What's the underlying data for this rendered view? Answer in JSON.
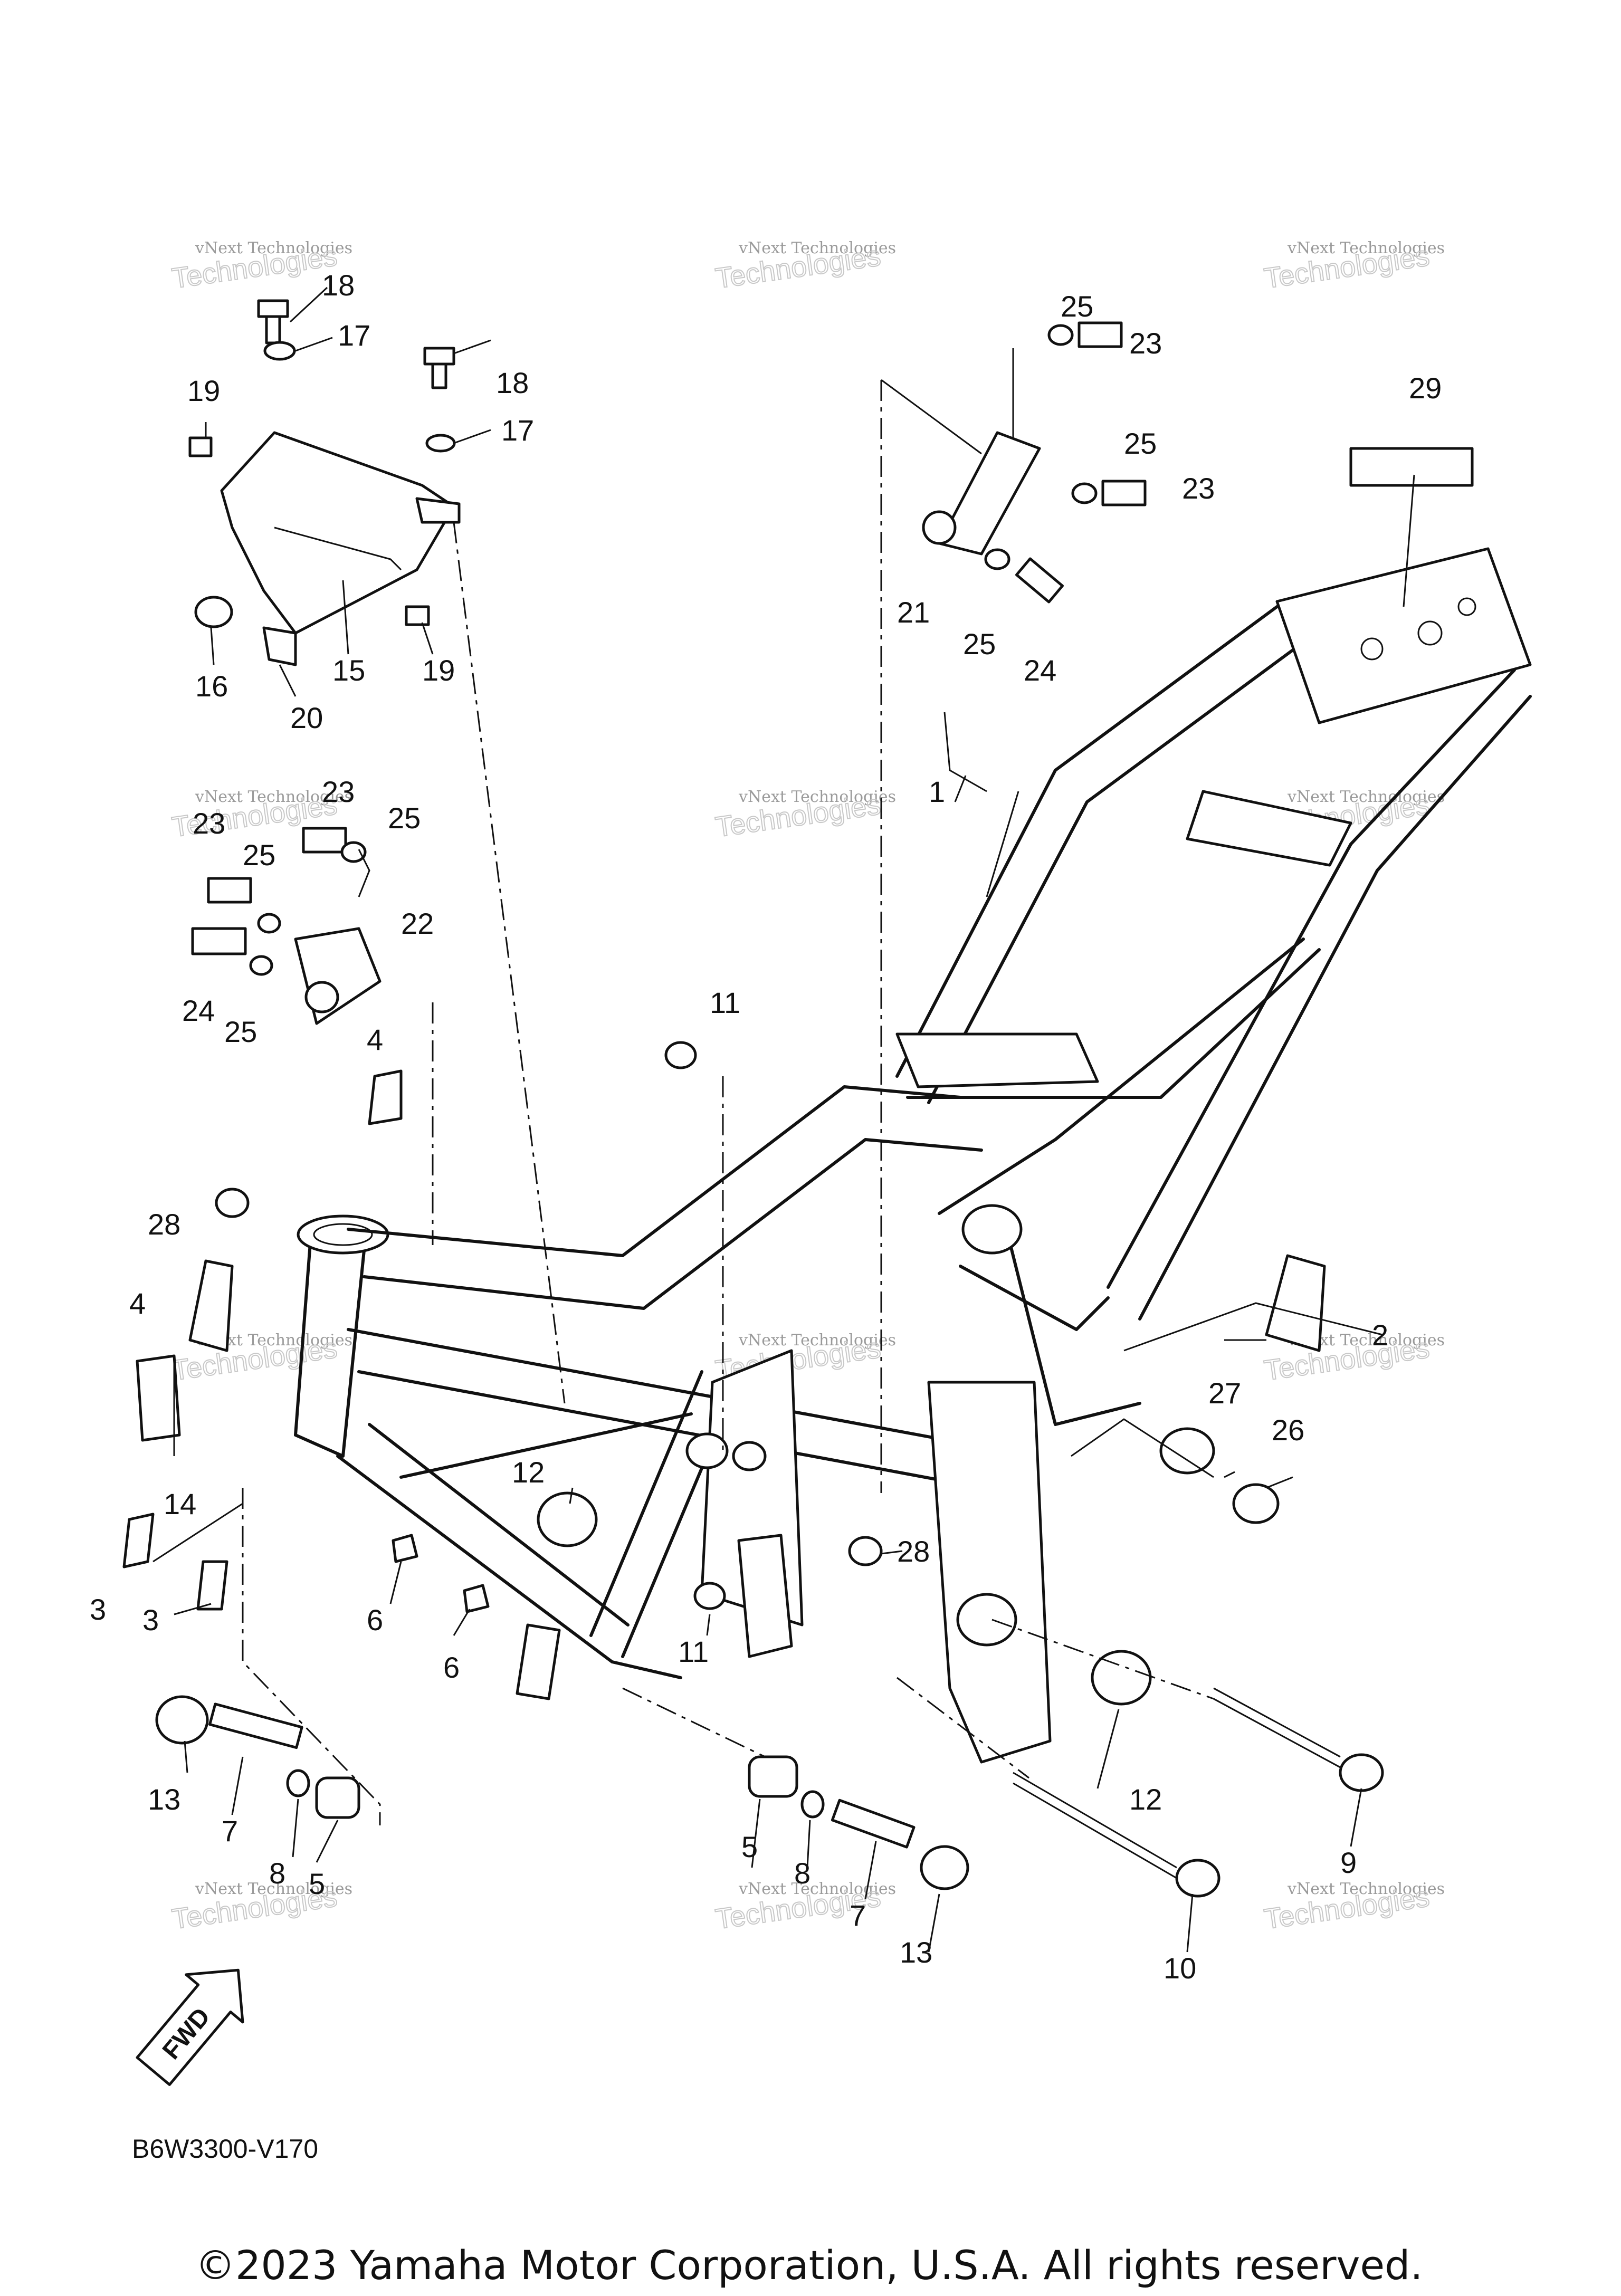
{
  "diagram": {
    "part_code": "B6W3300-V170",
    "copyright": "©2023 Yamaha Motor Corporation, U.S.A. All rights reserved.",
    "fwd_label": "FWD",
    "watermark_line1": "vNext Technologies",
    "watermark_line2": "Technologies",
    "callouts": {
      "c1": "1",
      "c2": "2",
      "c3a": "3",
      "c3b": "3",
      "c4a": "4",
      "c4b": "4",
      "c5a": "5",
      "c5b": "5",
      "c6a": "6",
      "c6b": "6",
      "c7a": "7",
      "c7b": "7",
      "c8a": "8",
      "c8b": "8",
      "c9": "9",
      "c10": "10",
      "c11a": "11",
      "c11b": "11",
      "c12a": "12",
      "c12b": "12",
      "c13a": "13",
      "c13b": "13",
      "c14": "14",
      "c15": "15",
      "c16": "16",
      "c17a": "17",
      "c17b": "17",
      "c18a": "18",
      "c18b": "18",
      "c19a": "19",
      "c19b": "19",
      "c20": "20",
      "c21": "21",
      "c22": "22",
      "c23a": "23",
      "c23b": "23",
      "c23c": "23",
      "c23d": "23",
      "c24a": "24",
      "c24b": "24",
      "c25a": "25",
      "c25b": "25",
      "c25c": "25",
      "c25d": "25",
      "c25e": "25",
      "c25f": "25",
      "c26": "26",
      "c27": "27",
      "c28a": "28",
      "c28b": "28",
      "c29": "29"
    }
  }
}
